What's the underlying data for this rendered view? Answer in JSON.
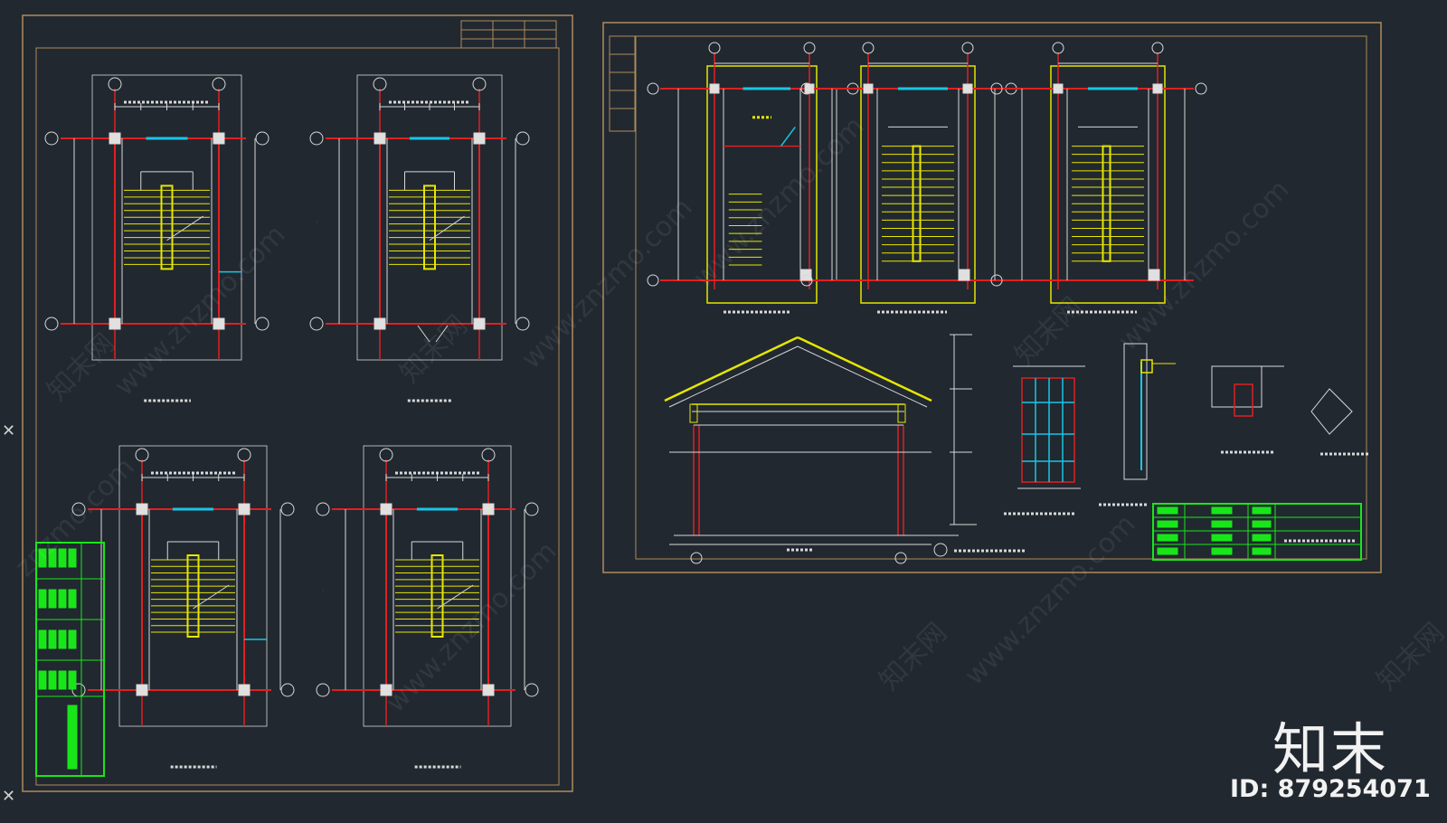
{
  "watermark": {
    "site": "www.znzmo.com",
    "site_short": "znzmo.com",
    "cn": "知末网"
  },
  "brand": {
    "mark": "知末",
    "id_label": "ID: 879254071"
  },
  "icons": {
    "left_marker": "close-icon"
  },
  "colors": {
    "background": "#212830",
    "frame": "#b08a5a",
    "wall": "#e02020",
    "stair": "#e6e600",
    "window": "#19c6e6",
    "dimension": "#d8d8d8",
    "titleblock": "#19e619"
  }
}
